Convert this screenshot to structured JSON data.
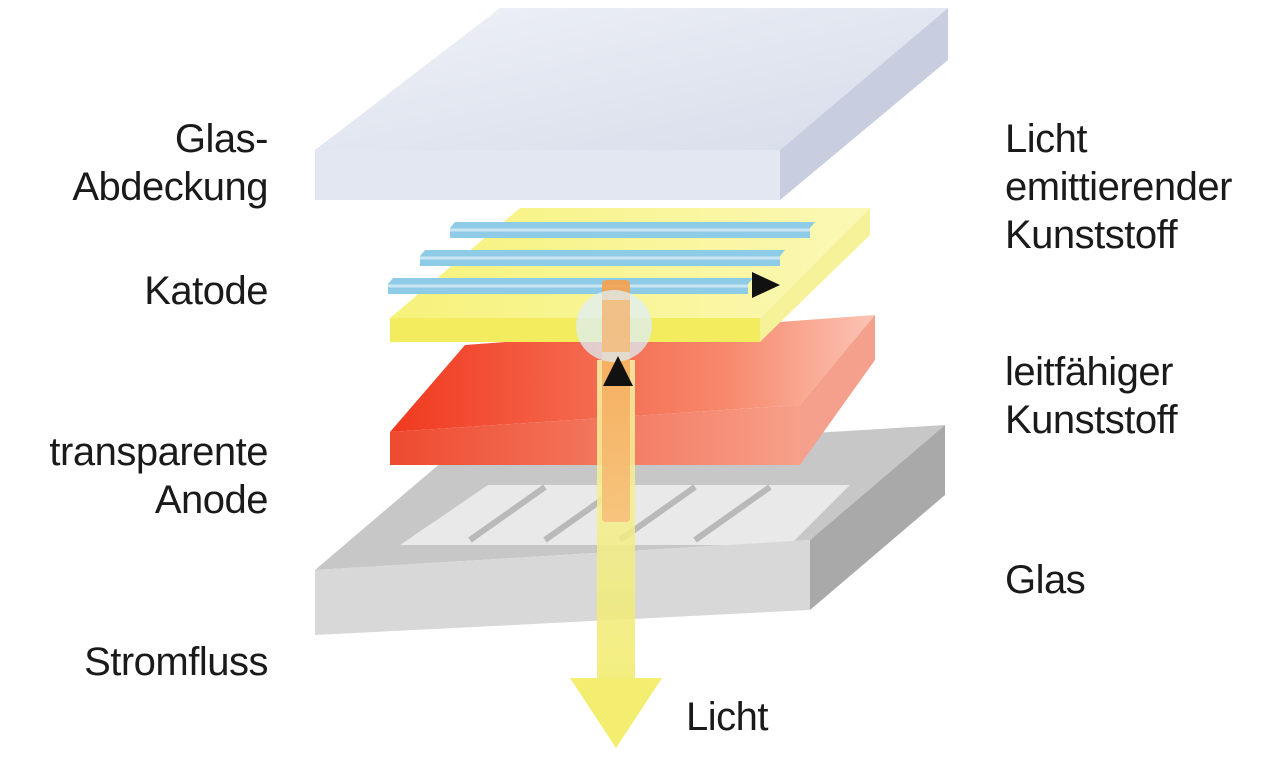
{
  "labels": {
    "glass_cover": "Glas-\nAbdeckung",
    "cathode": "Katode",
    "transparent_anode": "transparente\nAnode",
    "current_flow": "Stromfluss",
    "light_emitting_polymer": "Licht\nemittierender\nKunststoff",
    "conductive_polymer": "leitfähiger\nKunststoff",
    "glass": "Glas",
    "light": "Licht"
  },
  "colors": {
    "glass_cover": "#dfe4ef",
    "emitting_layer": "#f6f07a",
    "cathode_strips": "#8fc9e6",
    "conductive_layer": "#f2513a",
    "glass_substrate": "#c9c9c9",
    "current_flow": "#f5a447",
    "light_beam": "#f3ef8a"
  }
}
